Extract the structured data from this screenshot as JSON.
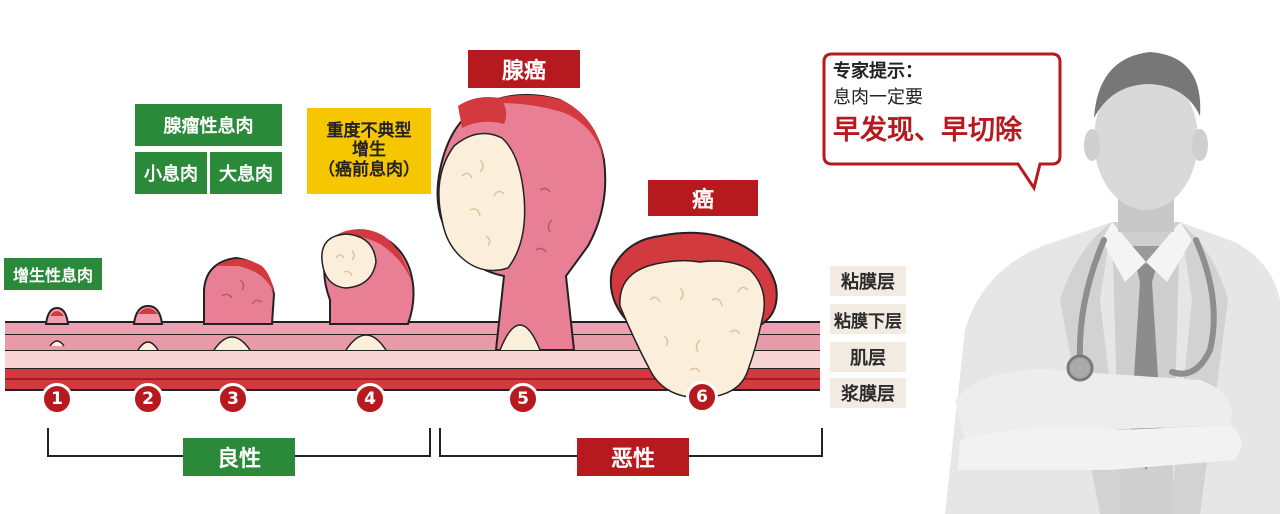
{
  "colors": {
    "brand_red": "#b71a1e",
    "green": "#2a8a3a",
    "yellow": "#f6c700",
    "mucosa_pink": "#e89aa8",
    "tumor_cream": "#fbefdc",
    "layer_tag": "#f1ebe1"
  },
  "labels": {
    "hyperplastic_polyp": "增生性息肉",
    "adenomatous_polyp": "腺瘤性息肉",
    "small_polyp": "小息肉",
    "large_polyp": "大息肉",
    "dysplasia": {
      "line1": "重度不典型",
      "line2": "增生",
      "line3": "（癌前息肉）"
    },
    "adenocarcinoma": "腺癌",
    "cancer": "癌",
    "benign": "良性",
    "malignant": "恶性"
  },
  "layers": [
    "粘膜层",
    "粘膜下层",
    "肌层",
    "浆膜层"
  ],
  "stages": [
    "1",
    "2",
    "3",
    "4",
    "5",
    "6"
  ],
  "expert_tip": {
    "title": "专家提示：",
    "line1": "息肉一定要",
    "line2": "早发现、早切除"
  },
  "icons": {
    "doctor": "doctor-figure-icon",
    "stethoscope": "stethoscope-icon"
  }
}
